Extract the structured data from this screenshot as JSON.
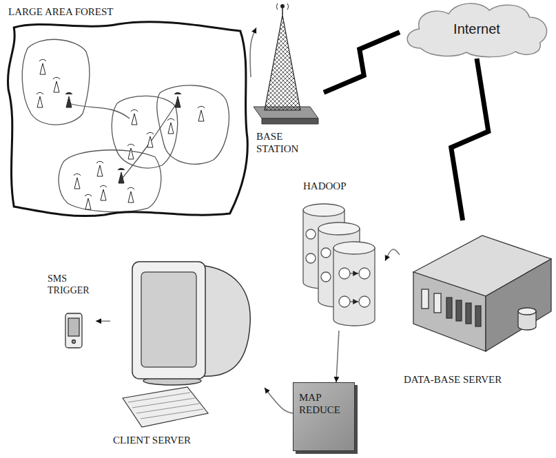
{
  "diagram": {
    "nodes": [
      {
        "text": [
          "LARGE AREA FOREST"
        ]
      },
      {
        "text": [
          "BASE STATION"
        ]
      },
      {
        "text": [
          "Internet"
        ]
      },
      {
        "text": [
          "HADOOP"
        ]
      },
      {
        "text": [
          "DATA-BASE SERVER"
        ]
      },
      {
        "text": [
          "SMS TRIGGER"
        ]
      },
      {
        "text": [
          "CLIENT SERVER"
        ]
      },
      {
        "text": [
          "MAP REDUCE"
        ]
      }
    ],
    "edges": [
      {
        "from": 0,
        "to": 1,
        "arrow": "to"
      },
      {
        "from": 1,
        "to": 2,
        "arrow": "none"
      },
      {
        "from": 2,
        "to": 4,
        "arrow": "none"
      },
      {
        "from": 4,
        "to": 3,
        "arrow": "to"
      },
      {
        "from": 3,
        "to": 7,
        "arrow": "to"
      },
      {
        "from": 7,
        "to": 6,
        "arrow": "to"
      },
      {
        "from": 6,
        "to": 5,
        "arrow": "to"
      }
    ]
  }
}
